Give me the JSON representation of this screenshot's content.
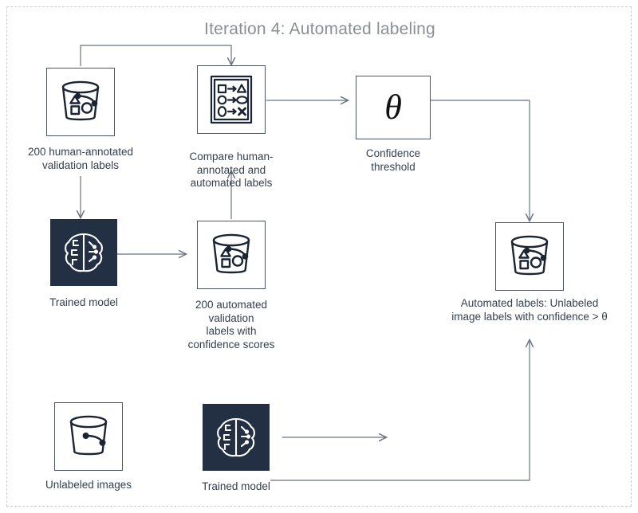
{
  "diagram": {
    "title": "Iteration 4: Automated labeling",
    "border_style": "dashed",
    "colors": {
      "title": "#8a8f96",
      "stroke": "#4b5563",
      "dark_node": "#232f42",
      "text": "#34404f",
      "connector": "#6b7280",
      "border": "#c9ccd1"
    },
    "nodes": [
      {
        "id": "human-labels",
        "icon": "labeled-bucket-icon",
        "caption": "200 human-annotated\nvalidation labels",
        "style": "light"
      },
      {
        "id": "compare",
        "icon": "compare-list-icon",
        "caption": "Compare human-\nannotated and\nautomated labels",
        "style": "light"
      },
      {
        "id": "confidence-threshold",
        "icon": "theta-symbol",
        "symbol": "θ",
        "caption": "Confidence\nthreshold",
        "style": "light"
      },
      {
        "id": "trained-model-top",
        "icon": "brain-circuit-icon",
        "caption": "Trained model",
        "style": "dark"
      },
      {
        "id": "automated-validation-labels",
        "icon": "labeled-bucket-icon",
        "caption": "200 automated\nvalidation\nlabels with\nconfidence scores",
        "style": "light"
      },
      {
        "id": "automated-labels-output",
        "icon": "labeled-bucket-icon",
        "caption": "Automated labels: Unlabeled\nimage labels with confidence > θ",
        "style": "light"
      },
      {
        "id": "unlabeled-images",
        "icon": "empty-bucket-icon",
        "caption": "Unlabeled images",
        "style": "light"
      },
      {
        "id": "trained-model-bottom",
        "icon": "brain-circuit-icon",
        "caption": "Trained model",
        "style": "dark"
      }
    ],
    "connectors": [
      {
        "from": "human-labels",
        "to": "compare",
        "route": "up-over-down"
      },
      {
        "from": "human-labels",
        "to": "trained-model-top",
        "route": "down"
      },
      {
        "from": "trained-model-top",
        "to": "automated-validation-labels",
        "route": "right"
      },
      {
        "from": "automated-validation-labels",
        "to": "compare",
        "route": "up"
      },
      {
        "from": "compare",
        "to": "confidence-threshold",
        "route": "right"
      },
      {
        "from": "confidence-threshold",
        "to": "automated-labels-output",
        "route": "right-down"
      },
      {
        "from": "unlabeled-images",
        "to": "trained-model-bottom",
        "route": "right"
      },
      {
        "from": "trained-model-bottom",
        "to": "automated-labels-output",
        "route": "right-up"
      }
    ]
  }
}
